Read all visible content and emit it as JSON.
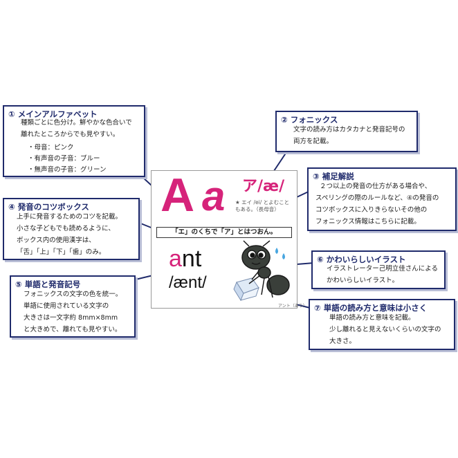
{
  "colors": {
    "pink": "#d6237a",
    "navy": "#1f2a6b",
    "blue": "#2a64c8",
    "green": "#2f9a3a"
  },
  "card": {
    "letter_upper": "A",
    "letter_lower": "a",
    "phonics": "ア/æ/",
    "note_line1": "★ エイ /ei/ とよむこと",
    "note_line2": "もある。（長母音）",
    "tip": "「エ」のくちで「ア」とはつおん。",
    "word_first": "a",
    "word_rest": "nt",
    "word_phonics": "/ænt/",
    "illus_caption": "アント（あり）"
  },
  "callouts": [
    {
      "title": "① メインアルファベット",
      "lines": [
        "種類ごとに色分け。鮮やかな色合いで",
        "離れたところからでも見やすい。",
        "・母音：ピンク",
        "・有声音の子音：ブルー",
        "・無声音の子音：グリーン"
      ]
    },
    {
      "title": "② フォニックス",
      "lines": [
        "文字の読み方はカタカナと発音記号の",
        "両方を記載。"
      ]
    },
    {
      "title": "③ 補足解説",
      "lines": [
        "２つ以上の発音の仕方がある場合や、",
        "スペリングの際のルールなど、④の発音の",
        "コツボックスに入りきらないその他の",
        "フォニックス情報はこちらに記載。"
      ]
    },
    {
      "title": "④ 発音のコツボックス",
      "lines": [
        "上手に発音するためのコツを記載。",
        "小さな子どもでも読めるように、",
        "ボックス内の使用漢字は、",
        "「舌」「上」「下」「歯」のみ。"
      ]
    },
    {
      "title": "⑤ 単語と発音記号",
      "lines": [
        "フォニックスの文字の色を統一。",
        "単語に使用されている文字の",
        "大きさは一文字約 8mm×8mm",
        "と大きめで、離れても見やすい。"
      ]
    },
    {
      "title": "⑥ かわいらしいイラスト",
      "lines": [
        "イラストレーター己明立佳さんによる",
        "かわいらしいイラスト。"
      ]
    },
    {
      "title": "⑦ 単語の読み方と意味は小さく",
      "lines": [
        "単語の読み方と意味を記載。",
        "少し離れると見えないくらいの文字の",
        "大きさ。"
      ]
    }
  ]
}
